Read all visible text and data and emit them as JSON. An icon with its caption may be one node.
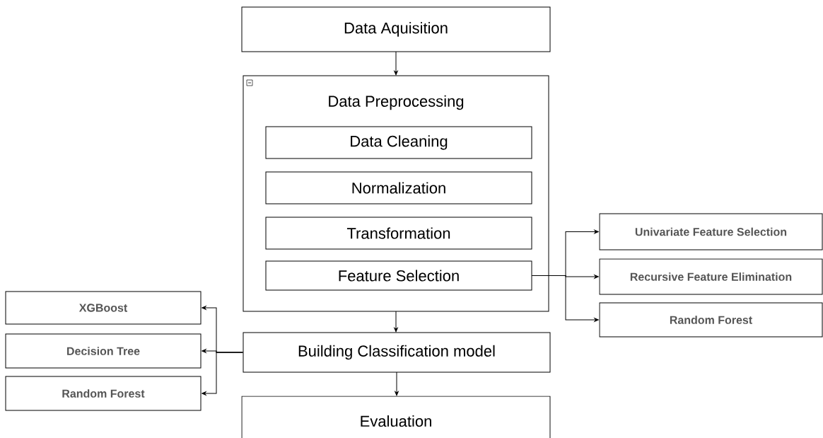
{
  "diagram": {
    "nodes": [
      {
        "text": [
          "Data Aquisition"
        ]
      },
      {
        "text": [
          "Data Preprocessing"
        ]
      },
      {
        "text": [
          "Data Cleaning"
        ],
        "in": 1
      },
      {
        "text": [
          "Normalization"
        ],
        "in": 1
      },
      {
        "text": [
          "Transformation"
        ],
        "in": 1
      },
      {
        "text": [
          "Feature Selection"
        ],
        "in": 1
      },
      {
        "text": [
          "Univariate Feature Selection"
        ]
      },
      {
        "text": [
          "Recursive Feature Elimination"
        ]
      },
      {
        "text": [
          "Random Forest"
        ]
      },
      {
        "text": [
          "Building Classification model"
        ]
      },
      {
        "text": [
          "Evaluation"
        ]
      },
      {
        "text": [
          "XGBoost"
        ]
      },
      {
        "text": [
          "Decision Tree"
        ]
      },
      {
        "text": [
          "Random Forest"
        ]
      }
    ],
    "edges": [
      {
        "from": 0,
        "to": 1,
        "arrow": "to"
      },
      {
        "from": 1,
        "to": 9,
        "arrow": "to"
      },
      {
        "from": 9,
        "to": 10,
        "arrow": "to"
      },
      {
        "from": 5,
        "to": 6,
        "arrow": "to"
      },
      {
        "from": 5,
        "to": 7,
        "arrow": "to"
      },
      {
        "from": 5,
        "to": 8,
        "arrow": "to"
      },
      {
        "from": 9,
        "to": 11,
        "arrow": "to"
      },
      {
        "from": 9,
        "to": 12,
        "arrow": "to"
      },
      {
        "from": 9,
        "to": 13,
        "arrow": "to"
      }
    ]
  }
}
